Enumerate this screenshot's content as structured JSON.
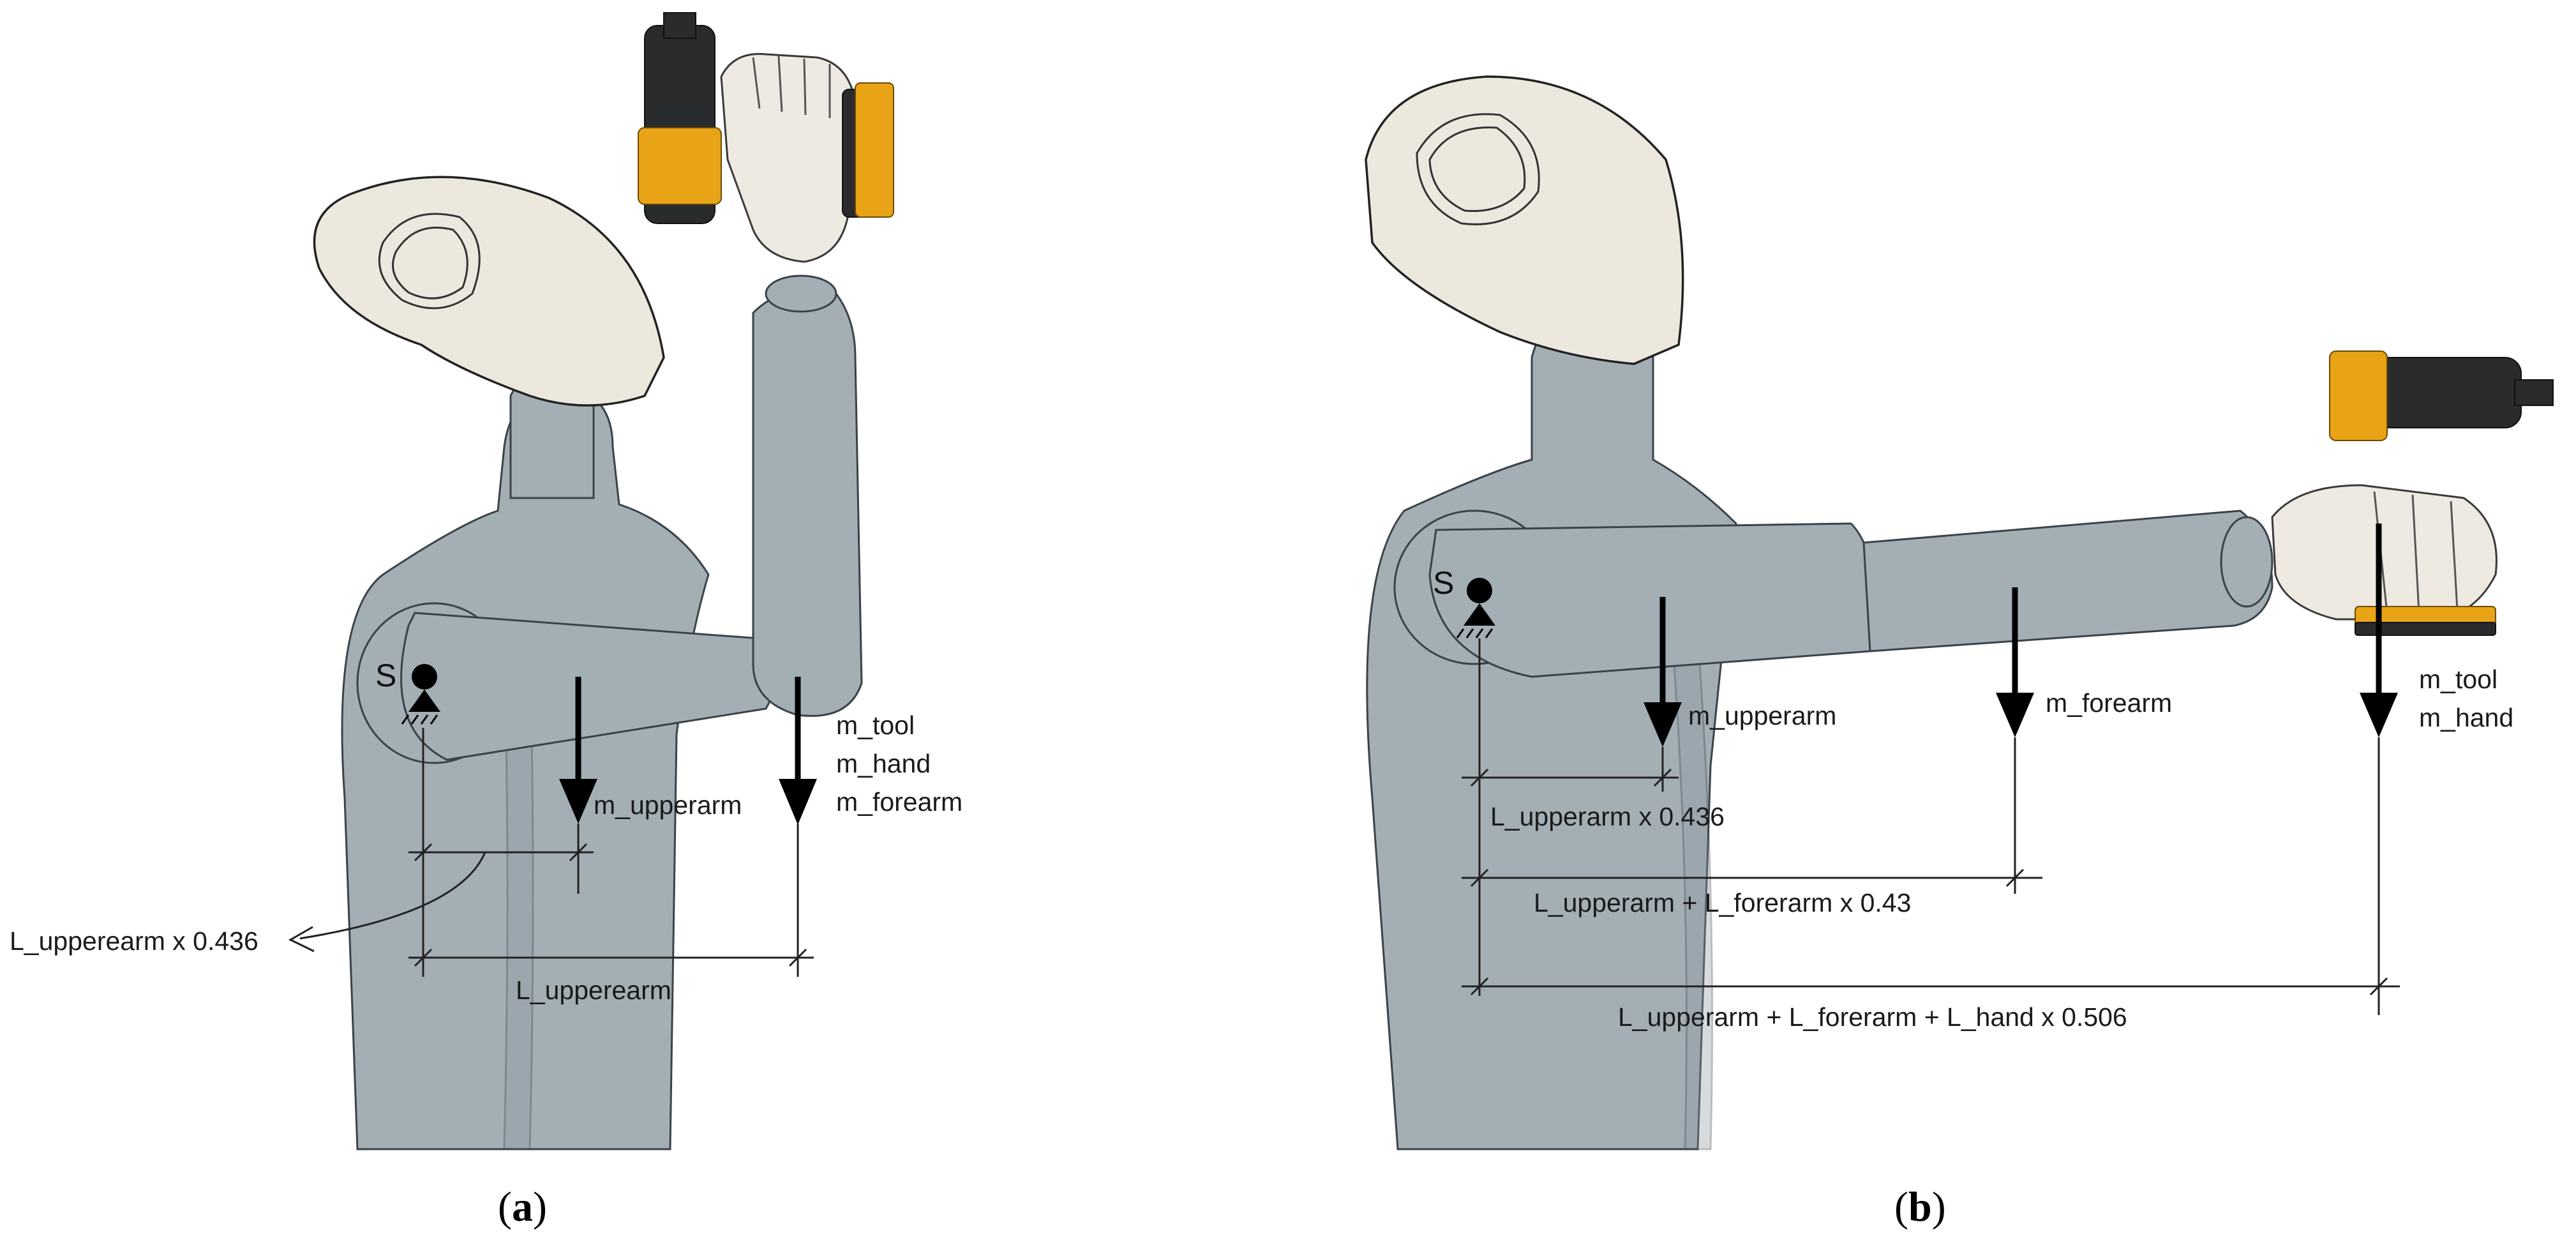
{
  "panels": [
    {
      "id": "a",
      "caption_open": "(",
      "caption_letter": "a",
      "caption_close": ")",
      "labels": {
        "shoulder": "S",
        "upperarm_mass": "m_upperarm",
        "tool_mass": "m_tool",
        "hand_mass": "m_hand",
        "forearm_mass": "m_forearm",
        "upperarm_com_length": "L_upperearm x 0.436",
        "upperarm_length": "L_upperearm"
      }
    },
    {
      "id": "b",
      "caption_open": "(",
      "caption_letter": "b",
      "caption_close": ")",
      "labels": {
        "shoulder": "S",
        "upperarm_mass": "m_upperarm",
        "forearm_mass": "m_forearm",
        "tool_mass": "m_tool",
        "hand_mass": "m_hand",
        "upperarm_com_length": "L_upperarm x 0.436",
        "forearm_com_length": "L_upperarm + L_forerarm x 0.43",
        "hand_com_length": "L_upperarm + L_forerarm + L_hand x 0.506"
      }
    }
  ],
  "colors": {
    "body": "#a3aeb5",
    "head": "#ece8dd",
    "drill_accent": "#e8a317",
    "force_arrow": "#000000"
  }
}
